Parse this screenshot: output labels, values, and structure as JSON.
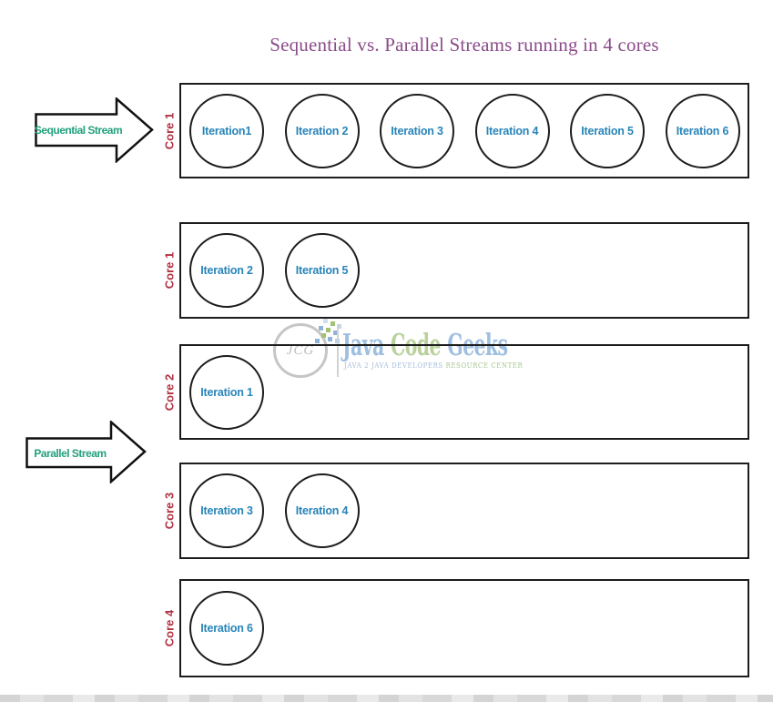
{
  "title": "Sequential vs. Parallel Streams running in 4 cores",
  "arrows": {
    "sequential_label": "Sequential Stream",
    "parallel_label": "Parallel Stream"
  },
  "rows": [
    {
      "group": "sequential",
      "core": "Core 1",
      "iterations": [
        "Iteration1",
        "Iteration 2",
        "Iteration 3",
        "Iteration 4",
        "Iteration 5",
        "Iteration 6"
      ]
    },
    {
      "group": "parallel",
      "core": "Core 1",
      "iterations": [
        "Iteration 2",
        "Iteration 5"
      ]
    },
    {
      "group": "parallel",
      "core": "Core 2",
      "iterations": [
        "Iteration 1"
      ]
    },
    {
      "group": "parallel",
      "core": "Core 3",
      "iterations": [
        "Iteration 3",
        "Iteration 4"
      ]
    },
    {
      "group": "parallel",
      "core": "Core 4",
      "iterations": [
        "Iteration 6"
      ]
    }
  ],
  "watermark": {
    "logo_text": "JCG",
    "words": [
      {
        "text": "Java"
      },
      {
        "text": "Code"
      },
      {
        "text": "Geeks"
      }
    ],
    "tagline_part1": "JAVA 2 JAVA DEVELOPERS ",
    "tagline_part2": "RESOURCE CENTER"
  },
  "colors": {
    "title": "#8a4b8a",
    "core_label": "#b03142",
    "iteration_text": "#2784b8",
    "arrow_text": "#23a07d",
    "box_border": "#1c1c1c",
    "watermark_blue": "#8fb4dc",
    "watermark_green": "#afc98b",
    "logo_gray": "#c6c6c6"
  }
}
